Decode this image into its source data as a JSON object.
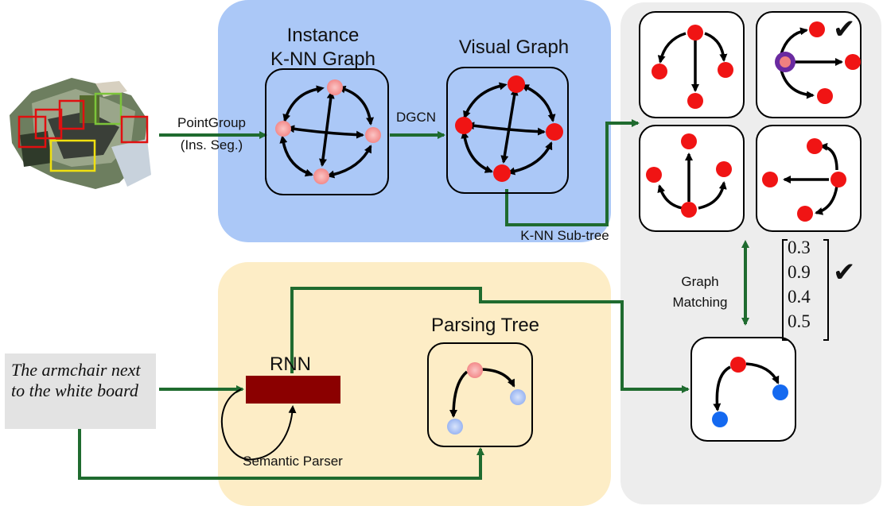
{
  "panels": {
    "visual_panel_color": "#abc8f7",
    "language_panel_color": "#fdedc6",
    "matching_panel_color": "#ededed"
  },
  "titles": {
    "instance_graph_line1": "Instance",
    "instance_graph_line2": "K-NN Graph",
    "visual_graph": "Visual Graph",
    "parsing_tree": "Parsing Tree",
    "rnn": "RNN"
  },
  "edges": {
    "pointgroup_line1": "PointGroup",
    "pointgroup_line2": "(Ins. Seg.)",
    "dgcn": "DGCN",
    "knn_subtree": "K-NN Sub-tree",
    "semantic_parser": "Semantic Parser",
    "graph_matching_line1": "Graph",
    "graph_matching_line2": "Matching"
  },
  "query": {
    "text": "The armchair next to the white board"
  },
  "scores": {
    "values": [
      "0.3",
      "0.9",
      "0.4",
      "0.5"
    ],
    "selected_index": 1,
    "check_mark": "✔"
  },
  "colors": {
    "arrow_green": "#1f6b2f",
    "node_red": "#f01414",
    "node_pink": "#f79a9a",
    "node_blue": "#1469f0",
    "node_light_blue": "#a9c3f7",
    "node_purple": "#6a2aa0",
    "rnn_block": "#8b0000"
  },
  "icons": {
    "scene": "point-cloud-scene-thumbnail",
    "check": "check-mark-icon"
  }
}
